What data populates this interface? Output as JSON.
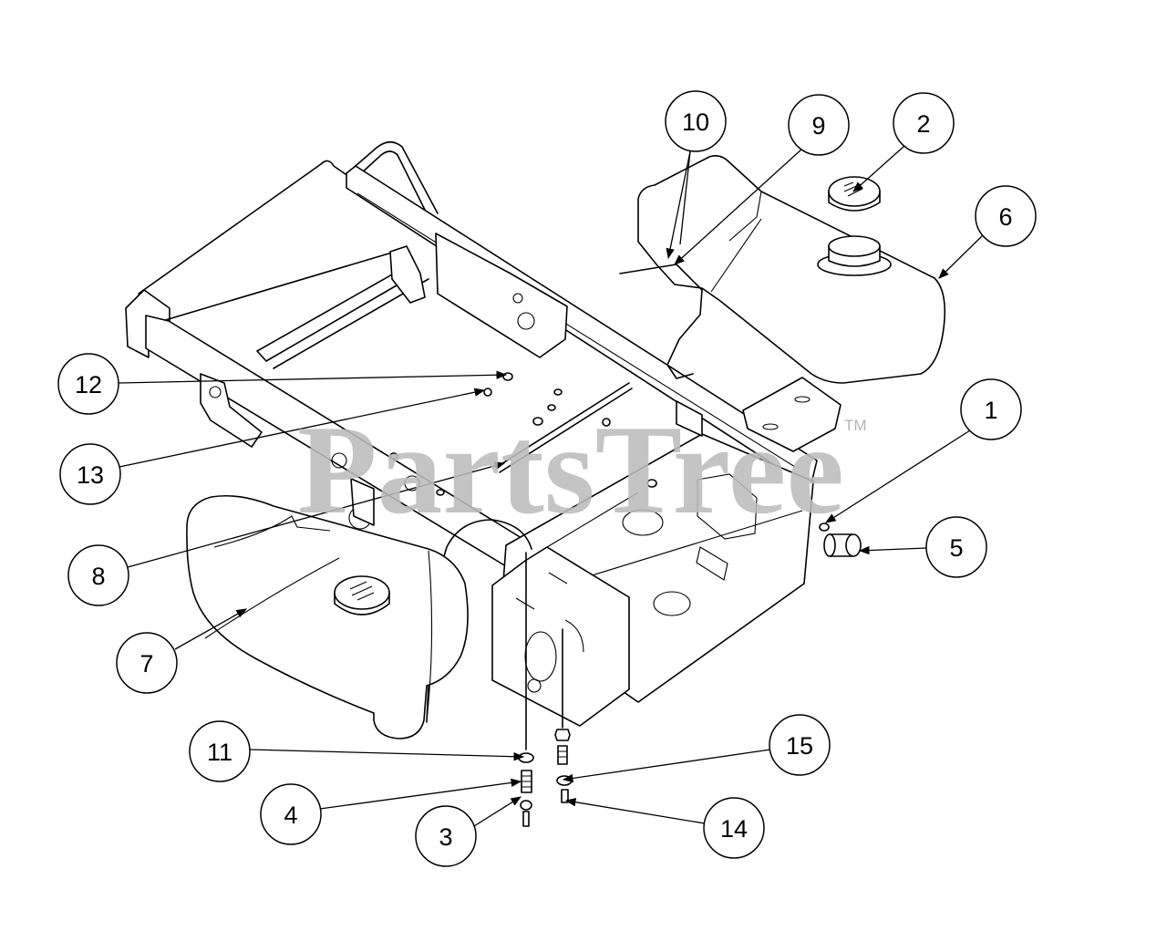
{
  "watermark": {
    "brand": "PartsTree",
    "trademark": "TM"
  },
  "callouts": [
    "10",
    "9",
    "2",
    "6",
    "1",
    "5",
    "12",
    "13",
    "8",
    "7",
    "11",
    "4",
    "3",
    "15",
    "14"
  ],
  "colors": {
    "line": "#000000",
    "background": "#ffffff",
    "watermark": "#bcbcbc"
  }
}
